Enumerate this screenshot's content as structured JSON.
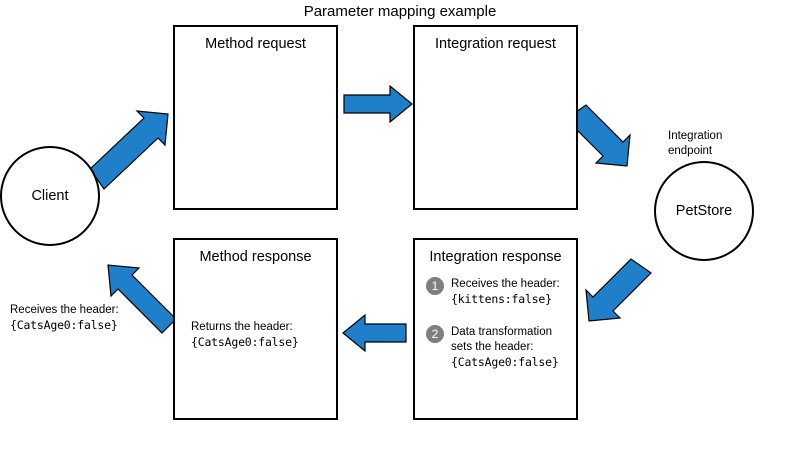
{
  "diagram": {
    "title": "Parameter mapping example",
    "accent_color": "#1f7fc9",
    "stroke_color": "#000000",
    "badge_color": "#7f7f7f",
    "background": "#ffffff"
  },
  "nodes": {
    "client": {
      "label": "Client",
      "caption_line1": "Receives the header:",
      "caption_line2": "{CatsAge0:false}"
    },
    "integration_endpoint": {
      "label_line1": "Integration",
      "label_line2": "endpoint",
      "circle_label": "PetStore"
    },
    "method_request": {
      "title": "Method request"
    },
    "integration_request": {
      "title": "Integration request"
    },
    "method_response": {
      "title": "Method response",
      "body_line1": "Returns the header:",
      "body_line2": "{CatsAge0:false}"
    },
    "integration_response": {
      "title": "Integration response",
      "steps": [
        {
          "number": "1",
          "text_line1": "Receives the header:",
          "text_line2": "{kittens:false}"
        },
        {
          "number": "2",
          "text_line1": "Data transformation",
          "text_line2": "sets the header:",
          "text_line3": "{CatsAge0:false}"
        }
      ]
    }
  },
  "arrows": [
    {
      "name": "client-to-method-request",
      "direction": "up-right"
    },
    {
      "name": "method-request-to-integration-request",
      "direction": "right"
    },
    {
      "name": "integration-request-to-endpoint",
      "direction": "down-right"
    },
    {
      "name": "endpoint-to-integration-response",
      "direction": "down-left"
    },
    {
      "name": "integration-response-to-method-response",
      "direction": "left"
    },
    {
      "name": "method-response-to-client",
      "direction": "up-left"
    }
  ]
}
